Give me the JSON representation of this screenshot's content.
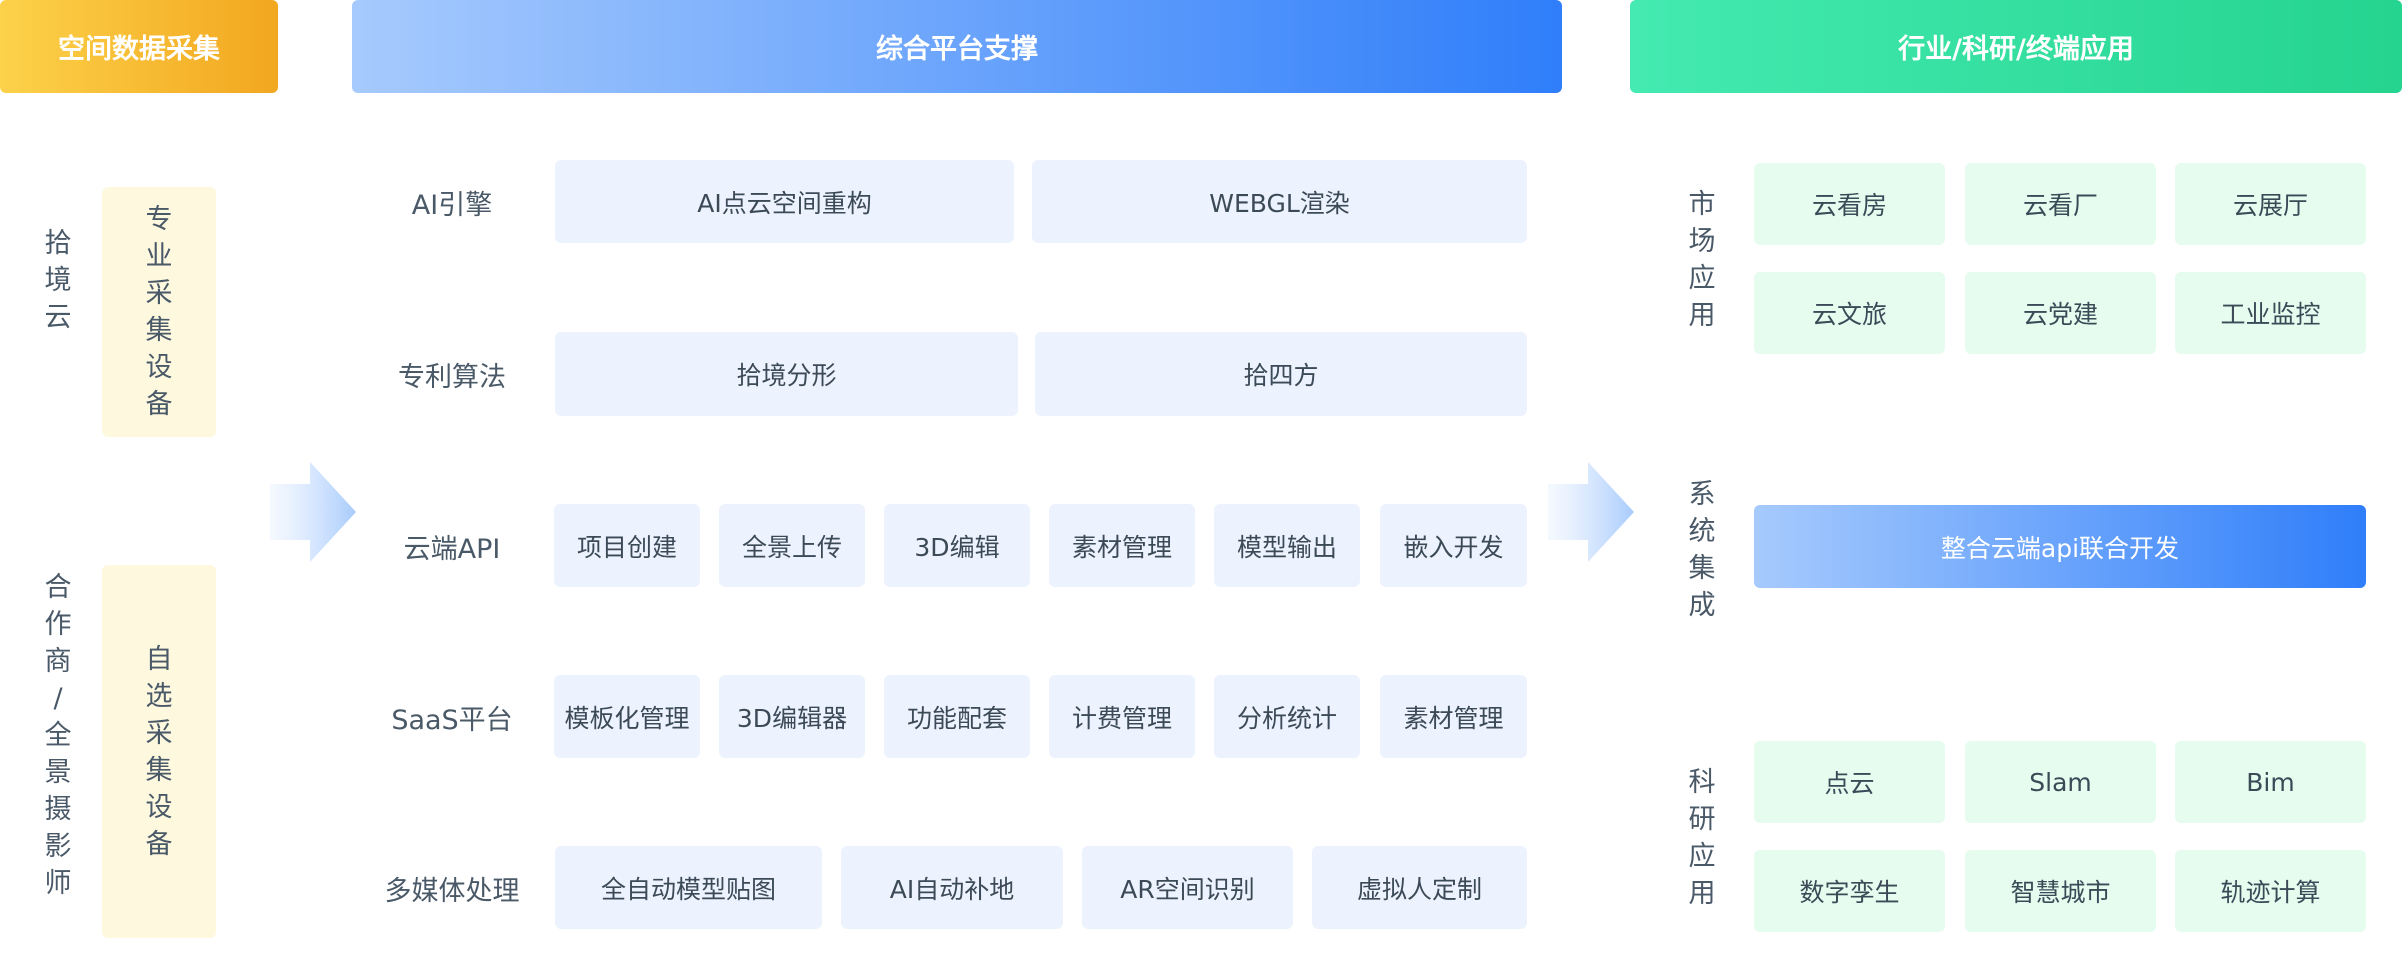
{
  "headers": {
    "left": "空间数据采集",
    "middle": "综合平台支撑",
    "right": "行业/科研/终端应用"
  },
  "sources": [
    {
      "name": "拾境云",
      "device": "专业采集设备"
    },
    {
      "name": "合作商/全景摄影师",
      "device": "自选采集设备"
    }
  ],
  "platform": {
    "rows": [
      {
        "label": "AI引擎",
        "items": [
          "AI点云空间重构",
          "WEBGL渲染"
        ]
      },
      {
        "label": "专利算法",
        "items": [
          "拾境分形",
          "拾四方"
        ]
      },
      {
        "label": "云端API",
        "items": [
          "项目创建",
          "全景上传",
          "3D编辑",
          "素材管理",
          "模型输出",
          "嵌入开发"
        ]
      },
      {
        "label": "SaaS平台",
        "items": [
          "模板化管理",
          "3D编辑器",
          "功能配套",
          "计费管理",
          "分析统计",
          "素材管理"
        ]
      },
      {
        "label": "多媒体处理",
        "items": [
          "全自动模型贴图",
          "AI自动补地",
          "AR空间识别",
          "虚拟人定制"
        ]
      }
    ]
  },
  "applications": {
    "market": {
      "label": "市场应用",
      "items": [
        "云看房",
        "云看厂",
        "云展厅",
        "云文旅",
        "云党建",
        "工业监控"
      ]
    },
    "system": {
      "label": "系统集成",
      "items": [
        "整合云端api联合开发"
      ]
    },
    "research": {
      "label": "科研应用",
      "items": [
        "点云",
        "Slam",
        "Bim",
        "数字孪生",
        "智慧城市",
        "轨迹计算"
      ]
    }
  }
}
